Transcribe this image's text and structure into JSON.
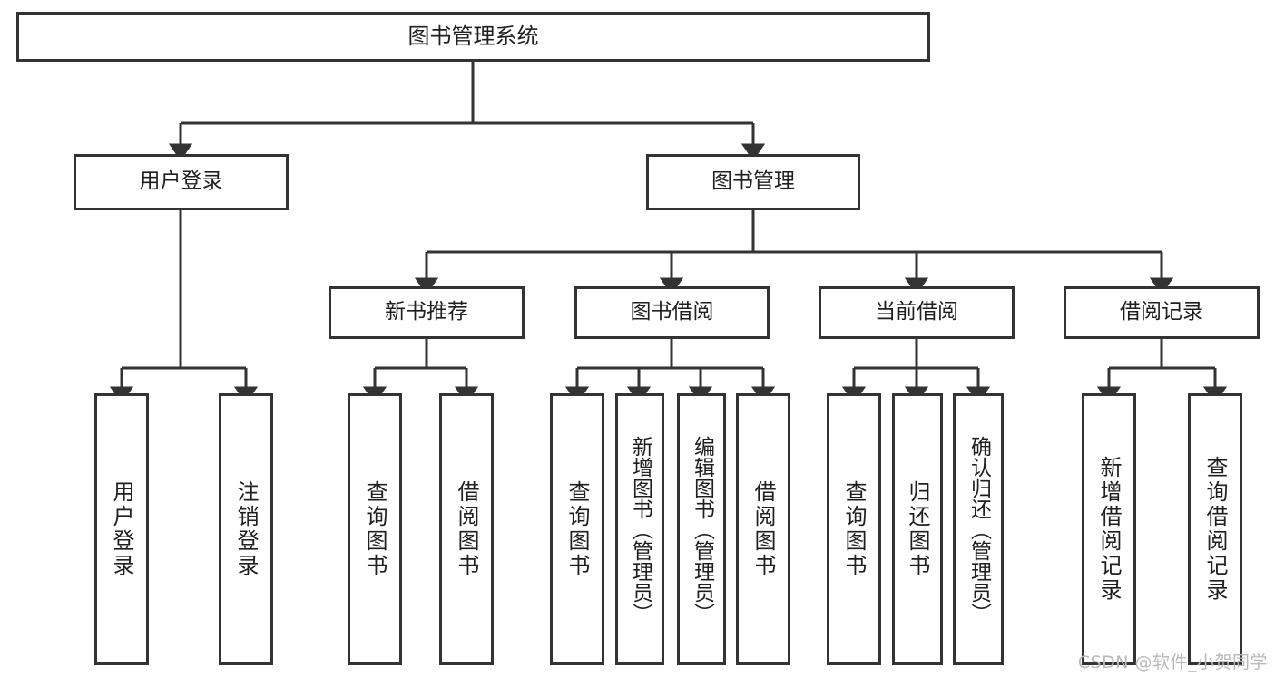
{
  "diagram": {
    "title": "图书管理系统",
    "type": "hierarchy-tree",
    "watermark": "CSDN @软件_小贺同学",
    "colors": {
      "stroke": "#333333",
      "background": "#ffffff",
      "text": "#1f1f1f",
      "watermark": "#b9b9b9"
    },
    "root": {
      "label": "图书管理系统"
    },
    "level2": [
      {
        "label": "用户登录"
      },
      {
        "label": "图书管理"
      }
    ],
    "level3": [
      {
        "label": "新书推荐"
      },
      {
        "label": "图书借阅"
      },
      {
        "label": "当前借阅"
      },
      {
        "label": "借阅记录"
      }
    ],
    "leaves": {
      "user_login": [
        {
          "label": "用户登录"
        },
        {
          "label": "注销登录"
        }
      ],
      "new_book_recommend": [
        {
          "label": "查询图书"
        },
        {
          "label": "借阅图书"
        }
      ],
      "book_borrow": [
        {
          "label": "查询图书"
        },
        {
          "label": "新增图书（管理员）"
        },
        {
          "label": "编辑图书（管理员）"
        },
        {
          "label": "借阅图书"
        }
      ],
      "current_borrow": [
        {
          "label": "查询图书"
        },
        {
          "label": "归还图书"
        },
        {
          "label": "确认归还（管理员）"
        }
      ],
      "borrow_record": [
        {
          "label": "新增借阅记录"
        },
        {
          "label": "查询借阅记录"
        }
      ]
    }
  }
}
